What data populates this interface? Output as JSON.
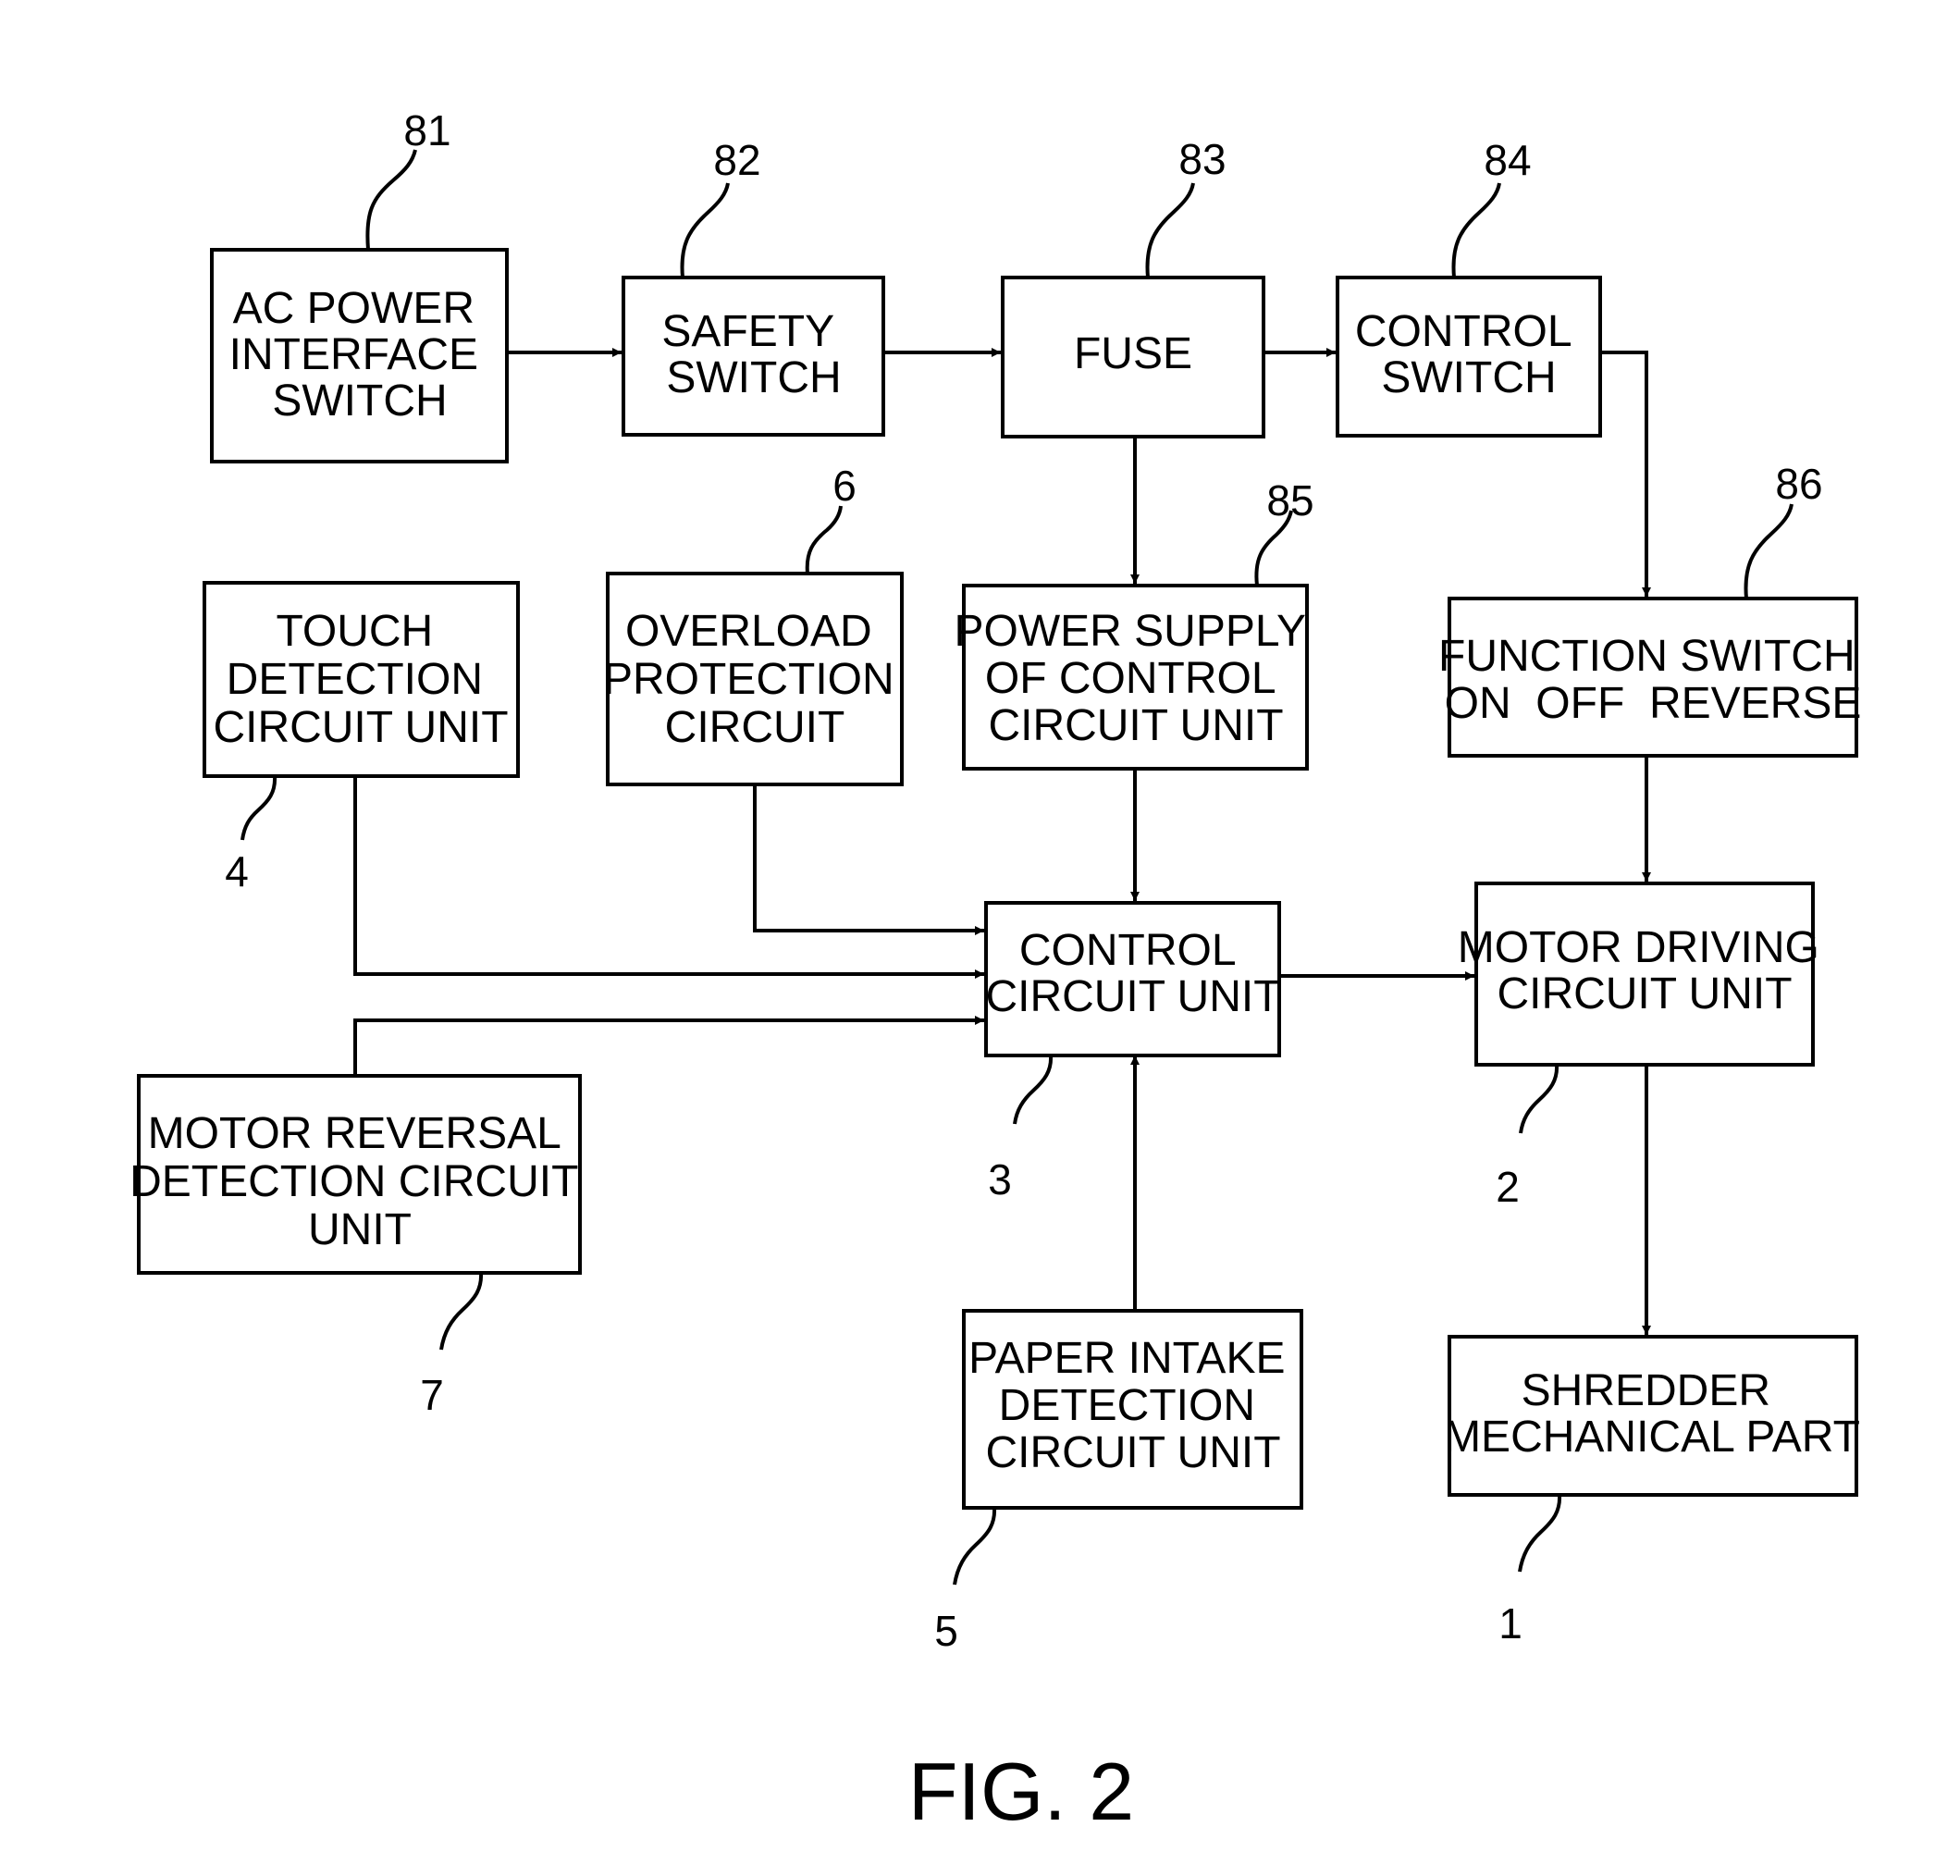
{
  "figure_label": "FIG. 2",
  "blocks": {
    "ac_power": {
      "ref": "81",
      "lines": [
        "AC POWER",
        "INTERFACE",
        "SWITCH"
      ]
    },
    "safety_switch": {
      "ref": "82",
      "lines": [
        "SAFETY",
        "SWITCH"
      ]
    },
    "fuse": {
      "ref": "83",
      "lines": [
        "FUSE"
      ]
    },
    "control_switch": {
      "ref": "84",
      "lines": [
        "CONTROL",
        "SWITCH"
      ]
    },
    "power_supply": {
      "ref": "85",
      "lines": [
        "POWER SUPPLY",
        "OF CONTROL",
        "CIRCUIT UNIT"
      ]
    },
    "function_switch": {
      "ref": "86",
      "lines": [
        "FUNCTION SWITCH",
        "ON  OFF  REVERSE"
      ]
    },
    "touch_detection": {
      "ref": "4",
      "lines": [
        "TOUCH",
        "DETECTION",
        "CIRCUIT UNIT"
      ]
    },
    "overload_protection": {
      "ref": "6",
      "lines": [
        "OVERLOAD",
        "PROTECTION",
        "CIRCUIT"
      ]
    },
    "control_circuit": {
      "ref": "3",
      "lines": [
        "CONTROL",
        "CIRCUIT UNIT"
      ]
    },
    "motor_driving": {
      "ref": "2",
      "lines": [
        "MOTOR DRIVING",
        "CIRCUIT UNIT"
      ]
    },
    "motor_reversal": {
      "ref": "7",
      "lines": [
        "MOTOR REVERSAL",
        "DETECTION CIRCUIT",
        "UNIT"
      ]
    },
    "paper_intake": {
      "ref": "5",
      "lines": [
        "PAPER INTAKE",
        "DETECTION",
        "CIRCUIT UNIT"
      ]
    },
    "shredder": {
      "ref": "1",
      "lines": [
        "SHREDDER",
        "MECHANICAL PART"
      ]
    }
  }
}
